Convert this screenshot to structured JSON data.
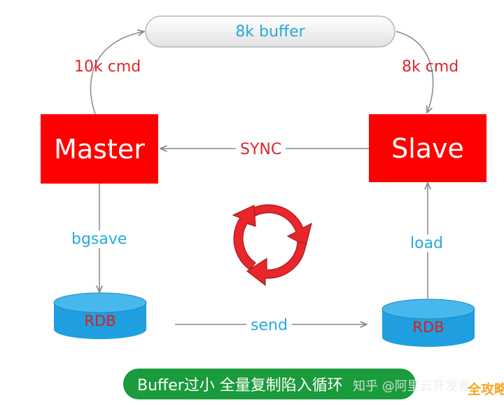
{
  "colors": {
    "red_box": "#ff0000",
    "db_fill": "#1f9fdf",
    "db_top": "#48b8ec",
    "cyan_text": "#27a9dc",
    "red_text": "#d9272e",
    "arrow": "#888888",
    "banner": "#1a9b3c",
    "logo": "#f5a623"
  },
  "nodes": {
    "master": "Master",
    "slave": "Slave",
    "rdb_left": "RDB",
    "rdb_right": "RDB",
    "buffer": "8k buffer"
  },
  "edges": {
    "master_to_buffer": "10k cmd",
    "buffer_to_slave": "8k cmd",
    "sync": "SYNC",
    "bgsave": "bgsave",
    "load": "load",
    "send": "send"
  },
  "icons": {
    "center": "refresh-cycle-icon"
  },
  "banner": {
    "text": "Buffer过小 全量复制陷入循环"
  },
  "watermark": {
    "text": "知乎 @阿里云开发者"
  },
  "corner_logo": {
    "text": "全攻略"
  }
}
